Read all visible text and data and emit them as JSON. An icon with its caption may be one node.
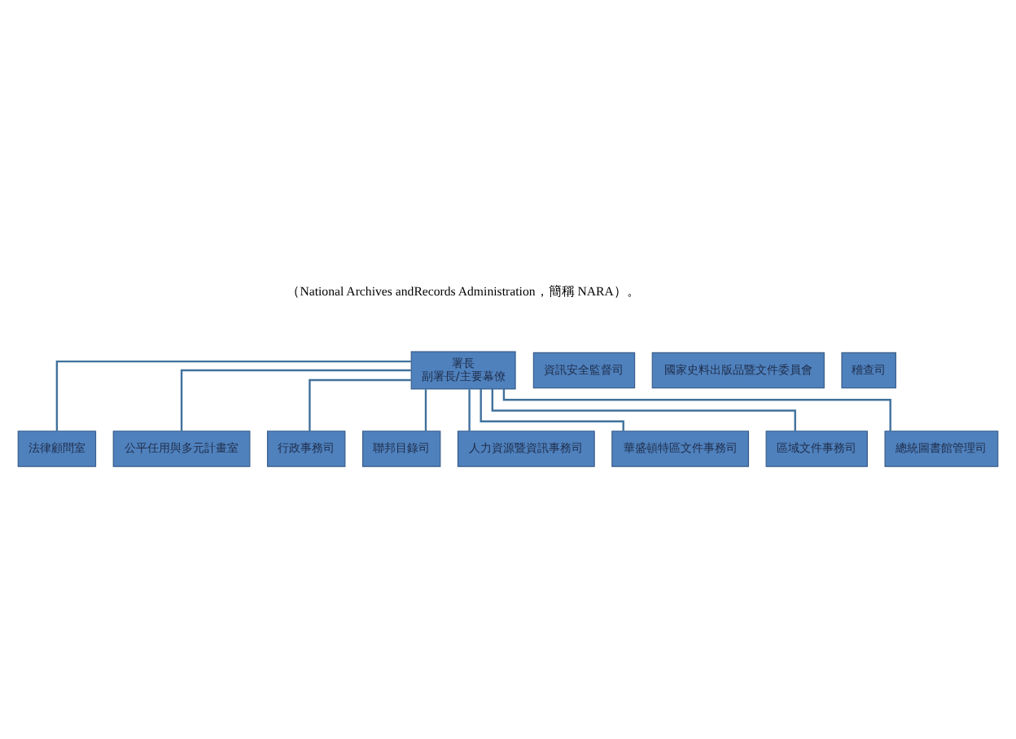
{
  "diagram": {
    "nodes": [
      {
        "text": [
          "署長",
          "副署長/主要幕僚"
        ]
      },
      {
        "text": [
          "資訊安全監督司"
        ]
      },
      {
        "text": [
          "國家史料出版品暨文件委員會"
        ]
      },
      {
        "text": [
          "稽查司"
        ]
      },
      {
        "text": [
          "法律顧問室"
        ]
      },
      {
        "text": [
          "公平任用與多元計畫室"
        ]
      },
      {
        "text": [
          "行政事務司"
        ]
      },
      {
        "text": [
          "聯邦目錄司"
        ]
      },
      {
        "text": [
          "人力資源暨資訊事務司"
        ]
      },
      {
        "text": [
          "華盛頓特區文件事務司"
        ]
      },
      {
        "text": [
          "區域文件事務司"
        ]
      },
      {
        "text": [
          "總統圖書館管理司"
        ]
      }
    ],
    "edges": [
      {
        "from": 0,
        "to": 4,
        "arrow": "none"
      },
      {
        "from": 0,
        "to": 5,
        "arrow": "none"
      },
      {
        "from": 0,
        "to": 6,
        "arrow": "none"
      },
      {
        "from": 0,
        "to": 7,
        "arrow": "none"
      },
      {
        "from": 0,
        "to": 8,
        "arrow": "none"
      },
      {
        "from": 0,
        "to": 9,
        "arrow": "none"
      },
      {
        "from": 0,
        "to": 10,
        "arrow": "none"
      },
      {
        "from": 0,
        "to": 11,
        "arrow": "none"
      }
    ],
    "labels": [
      "（National Archives andRecords Administration，簡稱 NARA）。"
    ]
  }
}
